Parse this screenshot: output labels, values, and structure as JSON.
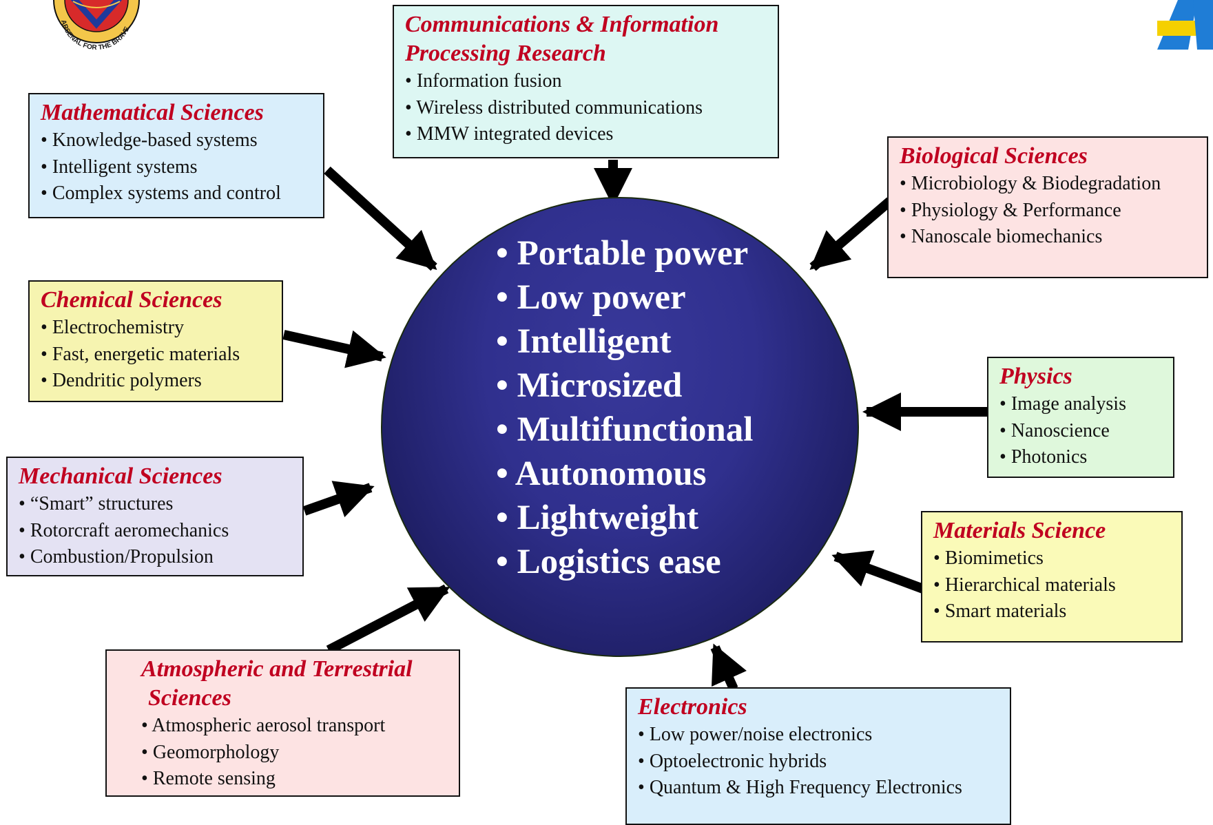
{
  "center": {
    "items": [
      "Portable power",
      "Low power",
      "Intelligent",
      "Microsized",
      "Multifunctional",
      "Autonomous",
      "Lightweight",
      "Logistics ease"
    ]
  },
  "boxes": {
    "comm": {
      "title_line1": "Communications & Information",
      "title_line2": "Processing Research",
      "items": [
        "Information fusion",
        "Wireless distributed communications",
        "MMW integrated devices"
      ],
      "bg": "#ddf7f3"
    },
    "math": {
      "title": "Mathematical Sciences",
      "items": [
        "Knowledge-based systems",
        "Intelligent systems",
        "Complex systems and control"
      ],
      "bg": "#d9eefb"
    },
    "bio": {
      "title": "Biological Sciences",
      "items": [
        "Microbiology & Biodegradation",
        "Physiology & Performance",
        "Nanoscale biomechanics"
      ],
      "bg": "#fde3e3"
    },
    "chem": {
      "title": "Chemical Sciences",
      "items": [
        "Electrochemistry",
        "Fast, energetic materials",
        "Dendritic polymers"
      ],
      "bg": "#f6f4b0"
    },
    "physics": {
      "title": "Physics",
      "items": [
        "Image analysis",
        "Nanoscience",
        "Photonics"
      ],
      "bg": "#dff8dc"
    },
    "mech": {
      "title": "Mechanical Sciences",
      "items": [
        "“Smart” structures",
        "Rotorcraft aeromechanics",
        "Combustion/Propulsion"
      ],
      "bg": "#e4e2f3"
    },
    "materials": {
      "title": "Materials Science",
      "items": [
        "Biomimetics",
        "Hierarchical materials",
        "Smart materials"
      ],
      "bg": "#fafab8"
    },
    "atmos": {
      "title_line1": "Atmospheric and Terrestrial",
      "title_line2": "Sciences",
      "items": [
        "Atmospheric aerosol transport",
        "Geomorphology",
        "Remote sensing"
      ],
      "bg": "#fde3e3"
    },
    "elec": {
      "title": "Electronics",
      "items": [
        "Low power/noise electronics",
        "Optoelectronic hybrids",
        "Quantum & High Frequency Electronics"
      ],
      "bg": "#d9eefb"
    }
  },
  "colors": {
    "title_red": "#c00020",
    "circle_blue": "#30308e",
    "arrow": "#000000"
  },
  "logos": {
    "left_seal_text": "ARSENAL FOR THE BRAVE"
  }
}
